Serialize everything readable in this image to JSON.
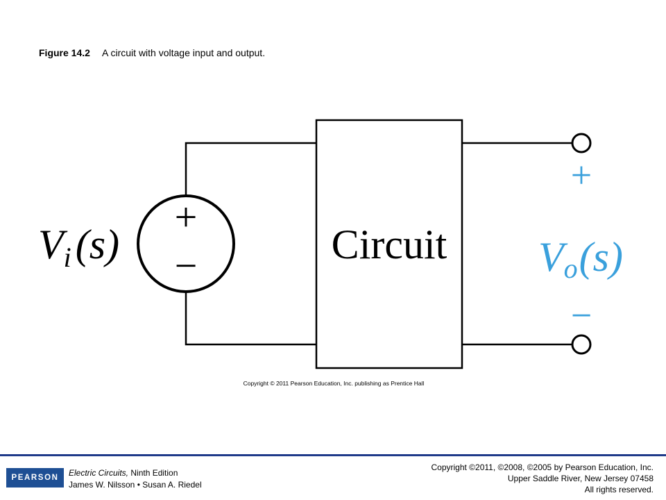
{
  "caption": {
    "figure_number": "Figure 14.2",
    "text": "A circuit with voltage input and output."
  },
  "diagram": {
    "input_label_v": "V",
    "input_label_sub": "i",
    "input_label_arg": "(s)",
    "source_plus": "+",
    "source_minus": "−",
    "block_label": "Circuit",
    "output_plus": "+",
    "output_minus": "−",
    "output_label_v": "V",
    "output_label_sub": "o",
    "output_label_arg": "(s)",
    "image_copyright": "Copyright © 2011 Pearson Education, Inc. publishing as Prentice Hall",
    "colors": {
      "output_accent": "#3aa0dc",
      "line": "#000000"
    }
  },
  "footer": {
    "logo_text": "PEARSON",
    "book_title": "Electric Circuits,",
    "book_edition": "Ninth Edition",
    "authors": "James W. Nilsson • Susan A. Riedel",
    "copyright_line1": "Copyright ©2011, ©2008, ©2005 by Pearson Education, Inc.",
    "copyright_line2": "Upper Saddle River, New Jersey 07458",
    "copyright_line3": "All rights reserved.",
    "colors": {
      "rule": "#1f3a8a",
      "logo_bg": "#1e4f94"
    }
  }
}
